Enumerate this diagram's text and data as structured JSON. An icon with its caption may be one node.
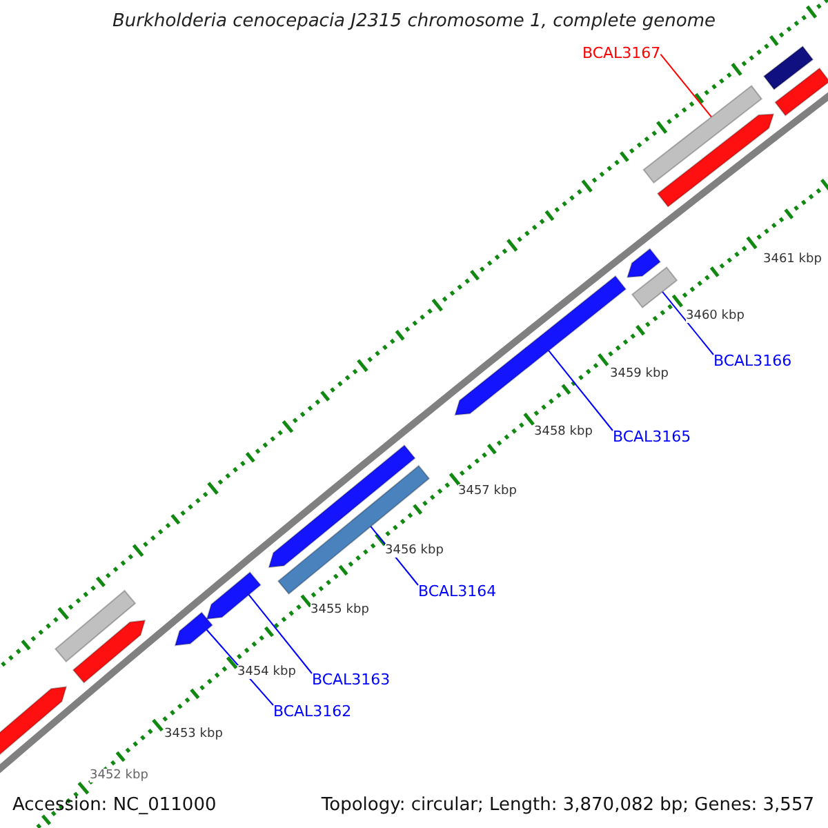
{
  "diagram": {
    "title": "Burkholderia cenocepacia J2315 chromosome 1, complete genome",
    "nodes": [
      {
        "text": [],
        "shape": "bar"
      },
      {
        "text": [],
        "shape": "bar"
      },
      {
        "text": [],
        "shape": "bar"
      },
      {
        "text": [],
        "shape": "bar"
      },
      {
        "text": [],
        "shape": "bar"
      },
      {
        "text": [],
        "shape": "bar"
      },
      {
        "text": [],
        "shape": "bar"
      },
      {
        "text": [],
        "shape": "bar"
      },
      {
        "text": [],
        "shape": "bar"
      },
      {
        "text": [],
        "shape": "bar"
      },
      {
        "text": [],
        "shape": "bar"
      },
      {
        "text": [],
        "shape": "bar"
      },
      {
        "text": [],
        "shape": "bar"
      },
      {
        "text": [],
        "shape": "bar"
      },
      {
        "text": [
          "BCAL3167"
        ]
      },
      {
        "text": [
          "BCAL3166"
        ]
      },
      {
        "text": [
          "BCAL3165"
        ]
      },
      {
        "text": [
          "BCAL3164"
        ]
      },
      {
        "text": [
          "BCAL3163"
        ]
      },
      {
        "text": [
          "BCAL3162"
        ]
      }
    ],
    "edges": [
      {
        "from": 14,
        "to": 11,
        "arrow": "none",
        "color": "#ff0000"
      },
      {
        "from": 15,
        "to": 8,
        "arrow": "none"
      },
      {
        "from": 16,
        "to": 7,
        "arrow": "none"
      },
      {
        "from": 17,
        "to": 5,
        "arrow": "none"
      },
      {
        "from": 18,
        "to": 4,
        "arrow": "none"
      },
      {
        "from": 19,
        "to": 3,
        "arrow": "none"
      }
    ],
    "labels": [
      "3461 kbp",
      "3460 kbp",
      "3459 kbp",
      "3458 kbp",
      "3457 kbp",
      "3456 kbp",
      "3455 kbp",
      "3454 kbp",
      "3453 kbp",
      "3452 kbp",
      "Accession: NC_011000",
      "Topology: circular; Length: 3,870,082 bp; Genes: 3,557"
    ]
  }
}
